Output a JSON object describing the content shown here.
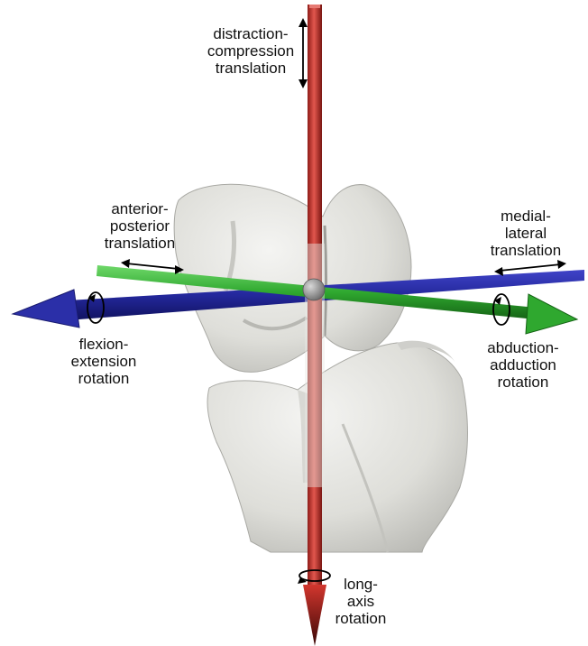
{
  "labels": {
    "distraction": [
      "distraction-",
      "compression",
      "translation"
    ],
    "anterior": [
      "anterior-",
      "posterior",
      "translation"
    ],
    "medial": [
      "medial-",
      "lateral",
      "translation"
    ],
    "flexion": [
      "flexion-",
      "extension",
      "rotation"
    ],
    "abduction": [
      "abduction-",
      "adduction",
      "rotation"
    ],
    "longaxis": [
      "long-",
      "axis",
      "rotation"
    ]
  },
  "colors": {
    "long_axis": "#c8302a",
    "flexion_axis": "#2b2fa8",
    "abduction_axis": "#2fa82f",
    "bone": "#e6e6e3",
    "bone_shadow": "#b9b9b4",
    "indicator": "#000000"
  }
}
